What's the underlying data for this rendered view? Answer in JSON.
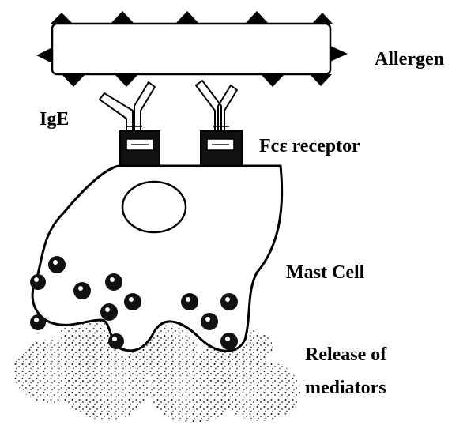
{
  "labels": {
    "allergen": "Allergen",
    "ige": "IgE",
    "receptor": "Fcε receptor",
    "mast_cell": "Mast Cell",
    "release_line1": "Release of",
    "release_line2": "mediators"
  }
}
